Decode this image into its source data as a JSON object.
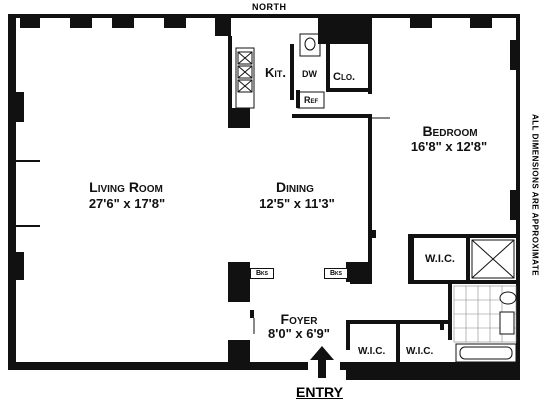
{
  "orientation_label": "NORTH",
  "side_note": "ALL DIMENSIONS ARE APPROXIMATE",
  "entry_label": "ENTRY",
  "rooms": {
    "living": {
      "name": "Living Room",
      "dims": "27'6\" x 17'8\""
    },
    "dining": {
      "name": "Dining",
      "dims": "12'5\" x 11'3\""
    },
    "bedroom": {
      "name": "Bedroom",
      "dims": "16'8\" x 12'8\""
    },
    "foyer": {
      "name": "Foyer",
      "dims": "8'0\" x 6'9\""
    },
    "kitchen": {
      "name": "Kit."
    },
    "closet": {
      "name": "Clo."
    },
    "wic_bedroom": {
      "name": "W.I.C."
    },
    "wic_foyer_left": {
      "name": "W.I.C."
    },
    "wic_foyer_right": {
      "name": "W.I.C."
    }
  },
  "appliances": {
    "dishwasher": "DW",
    "refrigerator": "Ref"
  },
  "bookshelf_tags": [
    "Bks",
    "Bks"
  ],
  "colors": {
    "wall": "#111111",
    "background": "#ffffff"
  }
}
